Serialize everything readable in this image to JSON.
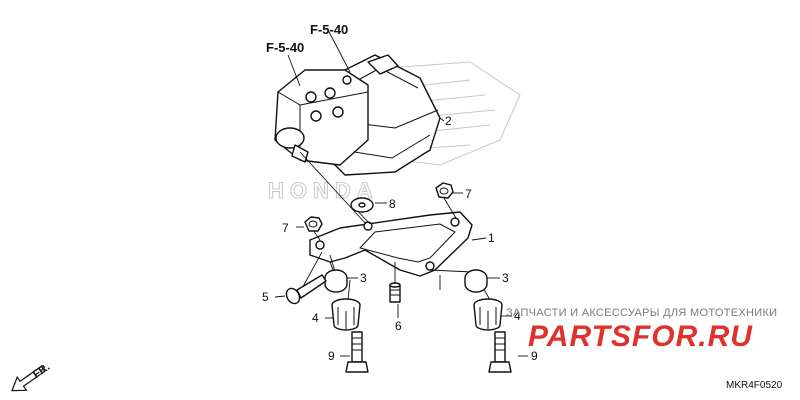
{
  "references": {
    "upper": "F-5-40",
    "left": "F-5-40"
  },
  "callouts": {
    "c1": "1",
    "c2": "2",
    "c3_left": "3",
    "c3_right": "3",
    "c4_left": "4",
    "c4_right": "4",
    "c5": "5",
    "c6": "6",
    "c7_left": "7",
    "c7_right": "7",
    "c8": "8",
    "c9_left": "9",
    "c9_right": "9"
  },
  "watermark": {
    "caption": "ЗАПЧАСТИ И АКСЕССУАРЫ ДЛЯ МОТОТЕХНИКИ",
    "brand": "PARTSFOR.RU",
    "background_logo": "HONDA"
  },
  "direction": {
    "label": "FR."
  },
  "diagram_code": "MKR4F0520",
  "colors": {
    "line": "#111111",
    "brand_red": "#e0322b",
    "watermark_gray": "#7a7a7a"
  }
}
